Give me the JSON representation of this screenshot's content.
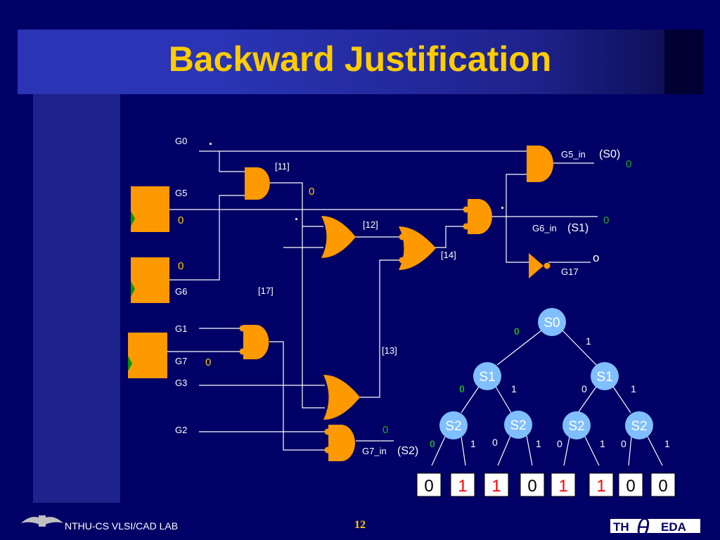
{
  "title": "Backward Justification",
  "colors": {
    "gate": "#ff9900",
    "accent": "#ffcc00",
    "green": "#22aa22",
    "red": "#ff0000",
    "node": "#80bfff"
  },
  "signals": {
    "G0": "G0",
    "G5": "G5",
    "G6": "G6",
    "G1": "G1",
    "G7": "G7",
    "G3": "G3",
    "G2": "G2",
    "G17": "G17",
    "g5_in": "G5_in",
    "g6_in": "G6_in",
    "g7_in": "G7_in",
    "s0": "(S0)",
    "s1": "(S1)",
    "s2": "(S2)"
  },
  "nets": {
    "n11": "[11]",
    "n12": "[12]",
    "n13": "[13]",
    "n14": "[14]",
    "n17": "[17]"
  },
  "values": {
    "g5": "0",
    "g6": "0",
    "g7": "0",
    "n11": "0",
    "g5_in": "0",
    "g6_in": "0",
    "g7_in": "0",
    "g17": "o",
    "dot_g0": "·",
    "dot_n11": "·",
    "dot_g6in": "·"
  },
  "tree": {
    "root": "S0",
    "level1": [
      "S1",
      "S1"
    ],
    "level2": [
      "S2",
      "S2",
      "S2",
      "S2"
    ],
    "edge_labels": {
      "root_left": "0",
      "root_right": "1",
      "l1_left_0": "0",
      "l1_left_1": "1",
      "l1_right_0": "0",
      "l1_right_1": "1",
      "l2": [
        "0",
        "1",
        "0",
        "1",
        "0",
        "1",
        "0",
        "1"
      ]
    },
    "leaves": [
      "0",
      "1",
      "1",
      "0",
      "1",
      "1",
      "0",
      "0"
    ],
    "leaf_colors": [
      "#000000",
      "#ff0000",
      "#ff0000",
      "#000000",
      "#ff0000",
      "#ff0000",
      "#000000",
      "#000000"
    ]
  },
  "footer": {
    "lab": "NTHU-CS VLSI/CAD LAB",
    "page": "12",
    "logo_th": "TH",
    "logo_theta": "θ",
    "logo_eda": "EDA"
  }
}
